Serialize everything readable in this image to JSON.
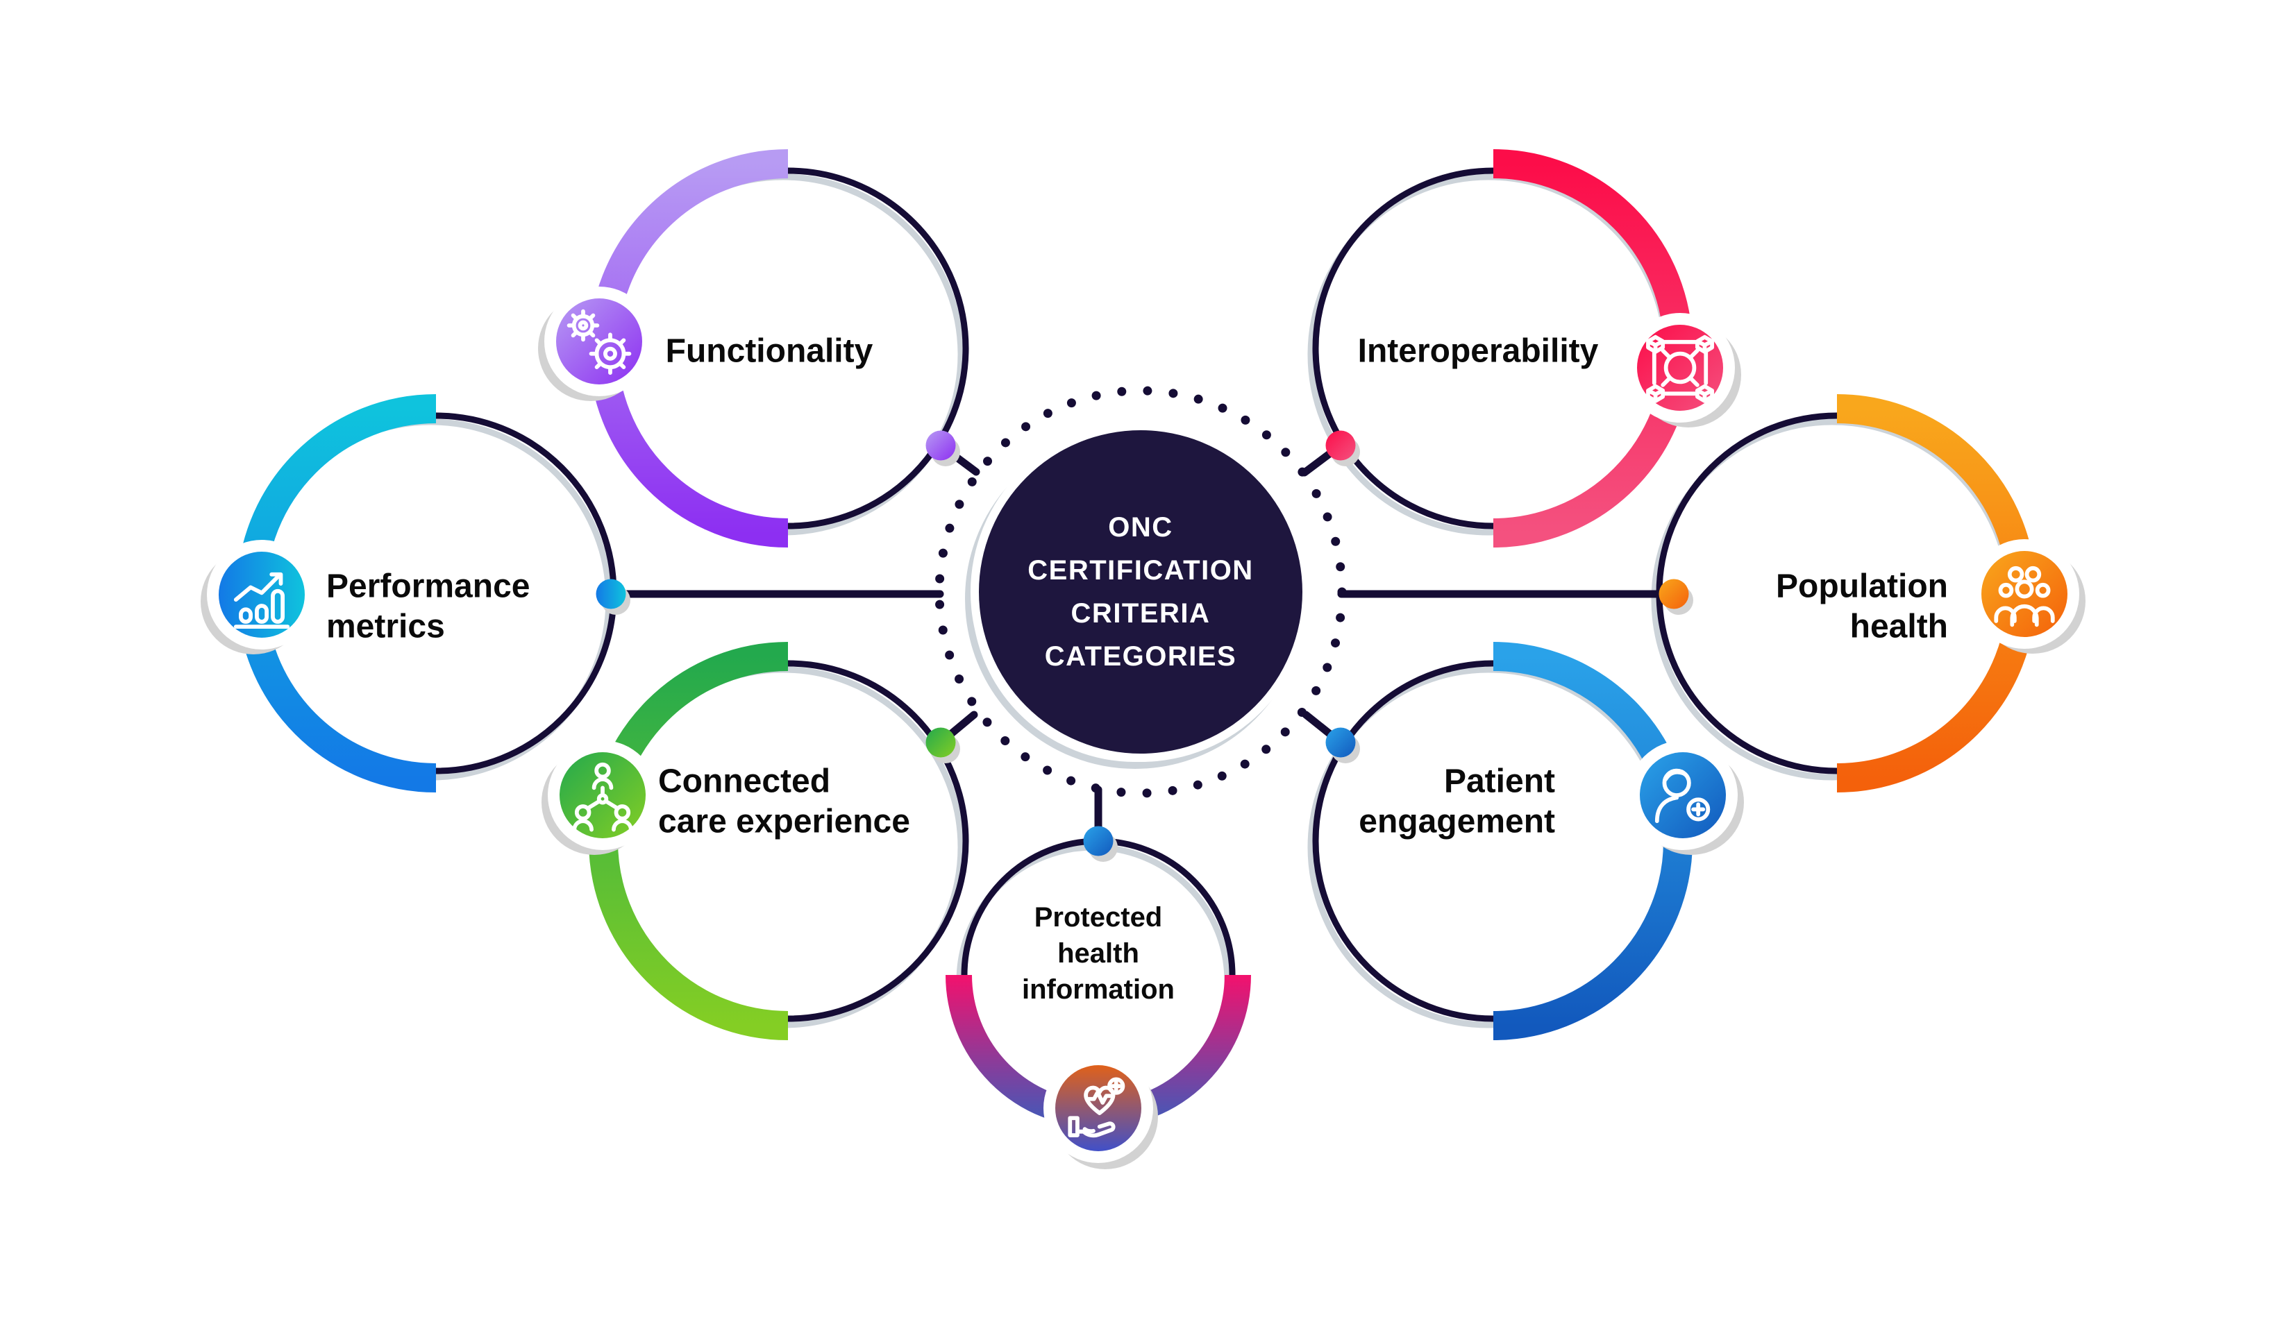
{
  "title": {
    "lines": [
      "ONC",
      "CERTIFICATION",
      "CRITERIA",
      "CATEGORIES"
    ]
  },
  "palette": {
    "navy": "#150c35",
    "hub_fill": "#1e163e",
    "silver": "#ccd3d9",
    "shadow_gray": "#d2d2d2",
    "label_text": "#0a0a0a",
    "background": "#ffffff"
  },
  "categories": [
    {
      "name": "functionality",
      "label_lines": [
        "Functionality"
      ],
      "icon": "gears-icon",
      "gradient": [
        "#b79bf3",
        "#8d2ff2"
      ]
    },
    {
      "name": "interoperability",
      "label_lines": [
        "Interoperability"
      ],
      "icon": "network-cubes-icon",
      "gradient": [
        "#fc0d49",
        "#f4517f"
      ]
    },
    {
      "name": "performance-metrics",
      "label_lines": [
        "Performance",
        "metrics"
      ],
      "icon": "chart-growth-icon",
      "gradient": [
        "#0fc3dd",
        "#1379e6"
      ]
    },
    {
      "name": "population-health",
      "label_lines": [
        "Population",
        "health"
      ],
      "icon": "people-group-icon",
      "gradient": [
        "#f9a71c",
        "#f4610b"
      ]
    },
    {
      "name": "connected-care-experience",
      "label_lines": [
        "Connected",
        "care experience"
      ],
      "icon": "org-people-icon",
      "gradient": [
        "#23a94d",
        "#84ce24"
      ]
    },
    {
      "name": "patient-engagement",
      "label_lines": [
        "Patient",
        "engagement"
      ],
      "icon": "patient-plus-icon",
      "gradient": [
        "#2aa2e9",
        "#1259bd"
      ]
    },
    {
      "name": "protected-health-information",
      "label_lines": [
        "Protected",
        "health",
        "information"
      ],
      "icon": "hand-heart-icon",
      "gradient": [
        "#f3116d",
        "#4c55b4"
      ],
      "badge_gradient": [
        "#e0611a",
        "#4150c8"
      ]
    }
  ]
}
